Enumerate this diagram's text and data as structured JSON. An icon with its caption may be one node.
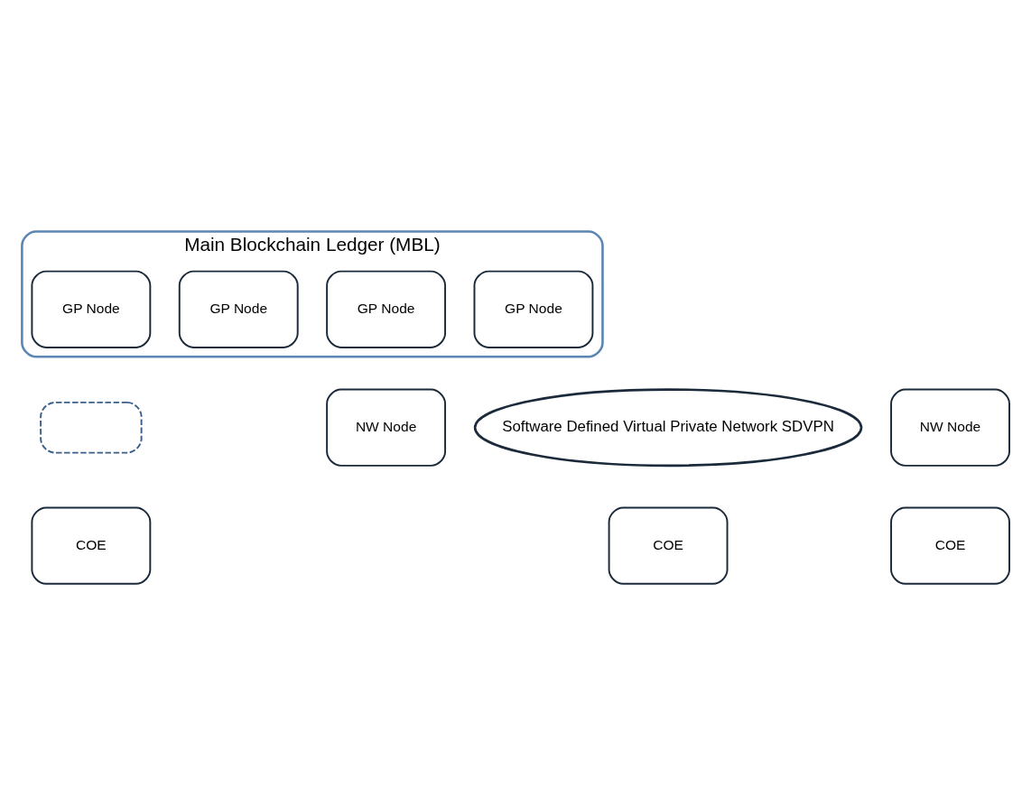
{
  "diagram": {
    "nodes": [
      {
        "text": [
          "Main Blockchain Ledger (MBL)"
        ]
      },
      {
        "text": [],
        "shape": "box"
      },
      {
        "text": [
          "GP Node"
        ],
        "in": 0
      },
      {
        "text": [
          "GP Node"
        ],
        "in": 0
      },
      {
        "text": [
          "GP Node"
        ],
        "in": 0
      },
      {
        "text": [
          "GP Node"
        ],
        "in": 0
      },
      {
        "text": [
          "Software Defined Virtual Private Network SDVPN"
        ]
      },
      {
        "text": [
          "NW Node"
        ]
      },
      {
        "text": [
          "NW Node"
        ]
      },
      {
        "text": [
          "COE"
        ]
      },
      {
        "text": [
          "COE"
        ]
      },
      {
        "text": [
          "COE"
        ]
      }
    ],
    "edges": []
  }
}
